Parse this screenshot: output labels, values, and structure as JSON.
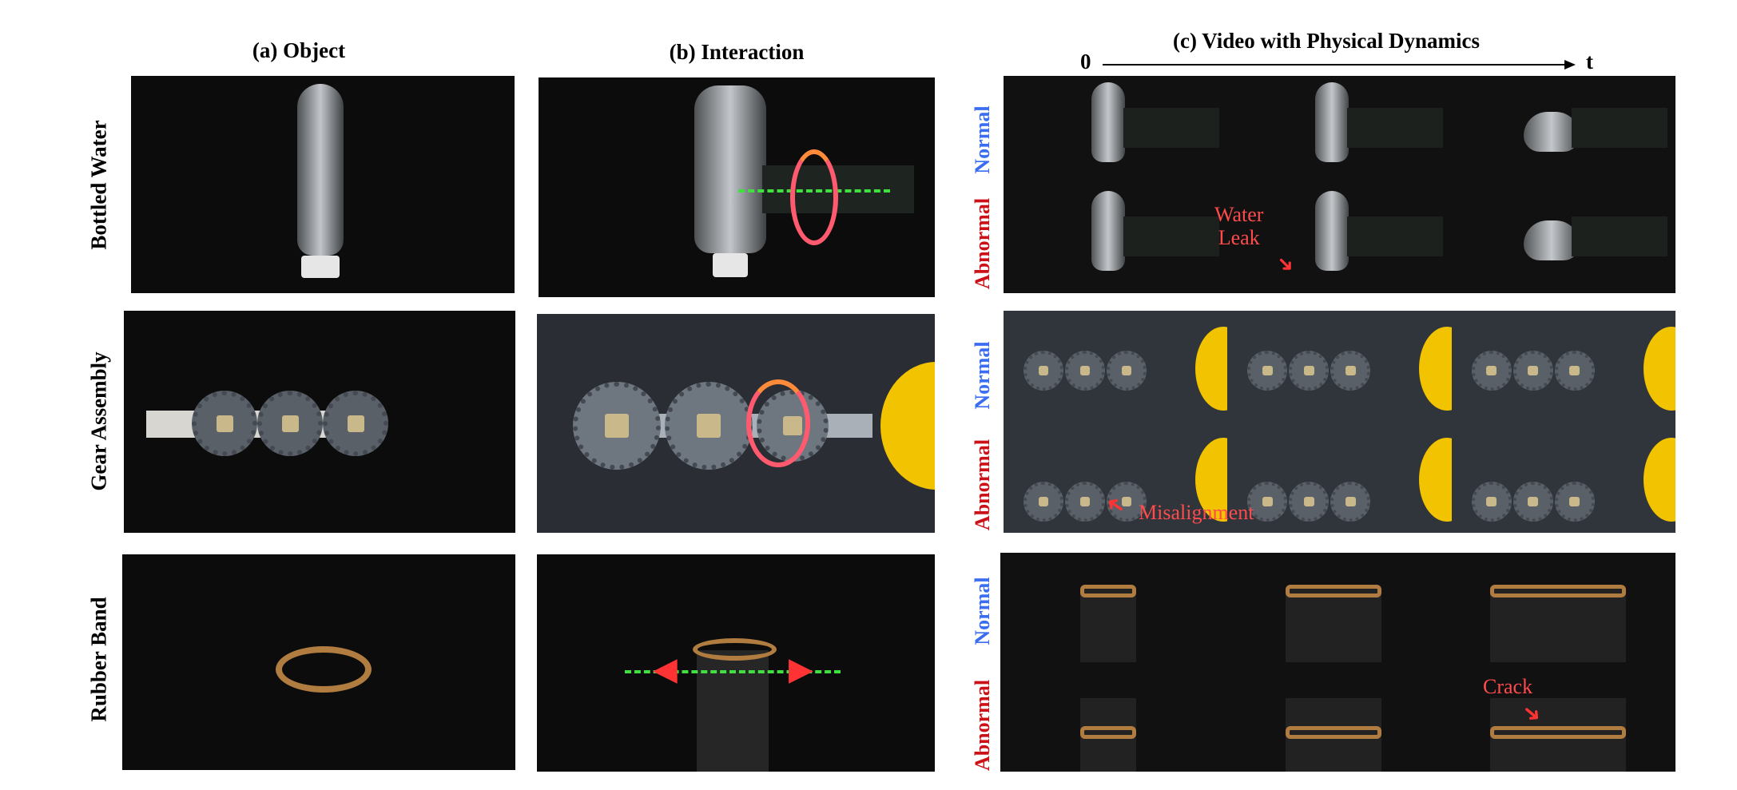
{
  "headers": {
    "object": "(a) Object",
    "interaction": "(b) Interaction",
    "video": "(c) Video with Physical Dynamics"
  },
  "time_axis": {
    "start": "0",
    "end": "t"
  },
  "rows": [
    {
      "label": "Bottled Water",
      "normal": "Normal",
      "abnormal": "Abnormal",
      "annotation": "Water\nLeak"
    },
    {
      "label": "Gear Assembly",
      "normal": "Normal",
      "abnormal": "Abnormal",
      "annotation": "Misalignment"
    },
    {
      "label": "Rubber Band",
      "normal": "Normal",
      "abnormal": "Abnormal",
      "annotation": "Crack"
    }
  ],
  "colors": {
    "normal": "#3b6df2",
    "abnormal": "#cc1018",
    "annotation": "#ff4b4b",
    "axis_dash": "#3fe03f"
  }
}
